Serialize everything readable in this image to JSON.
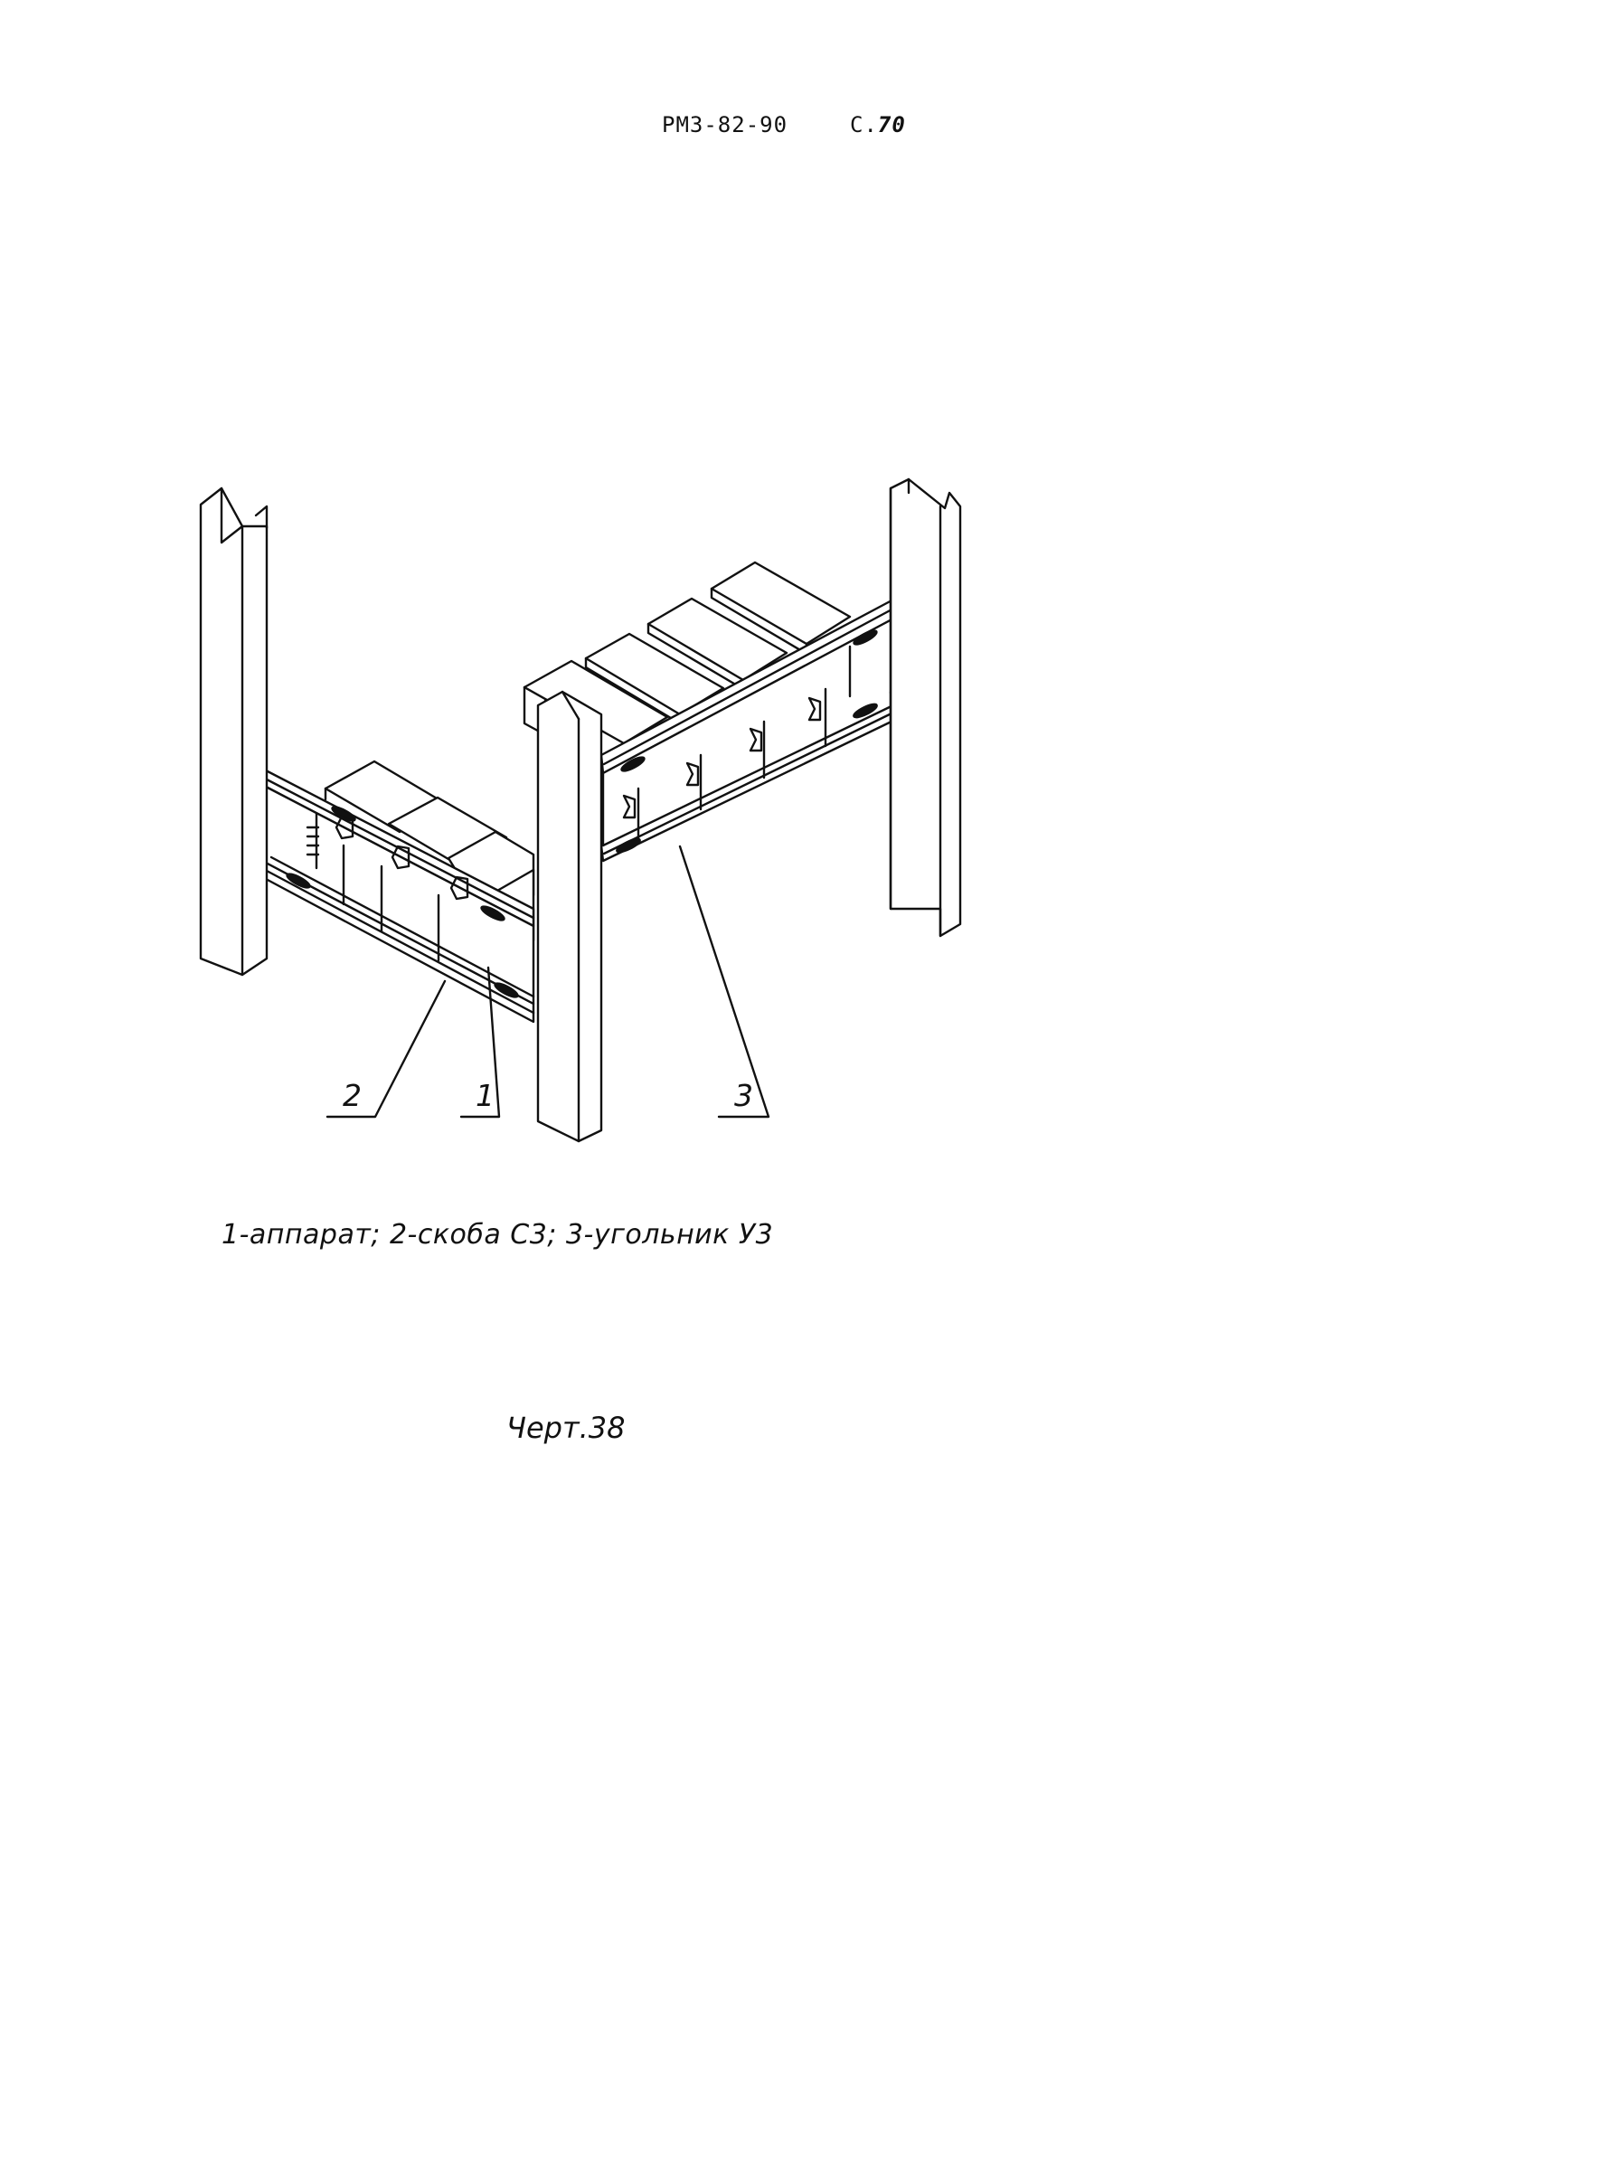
{
  "header": {
    "document_code": "РМ3-82-90",
    "page_prefix": "С.",
    "page_number": "70"
  },
  "callouts": [
    "2",
    "1",
    "3"
  ],
  "caption": "1-аппарат;  2-скоба С3;  3-угольник У3",
  "figure_label": "Черт.38"
}
